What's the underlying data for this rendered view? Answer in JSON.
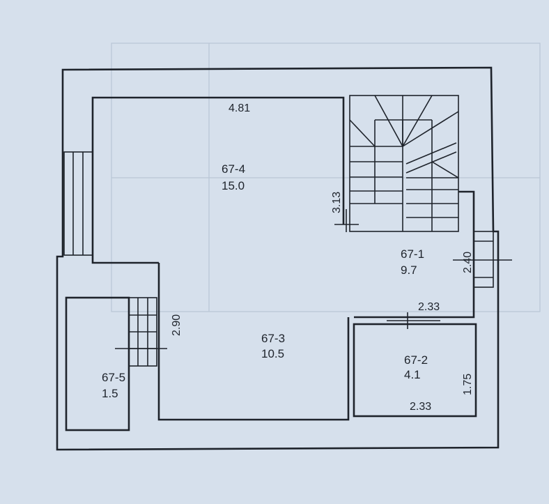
{
  "rooms": [
    {
      "id": "67-4",
      "area": "15.0"
    },
    {
      "id": "67-3",
      "area": "10.5"
    },
    {
      "id": "67-1",
      "area": "9.7"
    },
    {
      "id": "67-2",
      "area": "4.1"
    },
    {
      "id": "67-5",
      "area": "1.5"
    }
  ],
  "dimensions": {
    "top_width": "4.81",
    "stair_height": "3.13",
    "hall_width": "2.40",
    "hall_bottom": "2.33",
    "room2_width": "2.33",
    "room2_height": "1.75",
    "left_height": "2.90"
  }
}
